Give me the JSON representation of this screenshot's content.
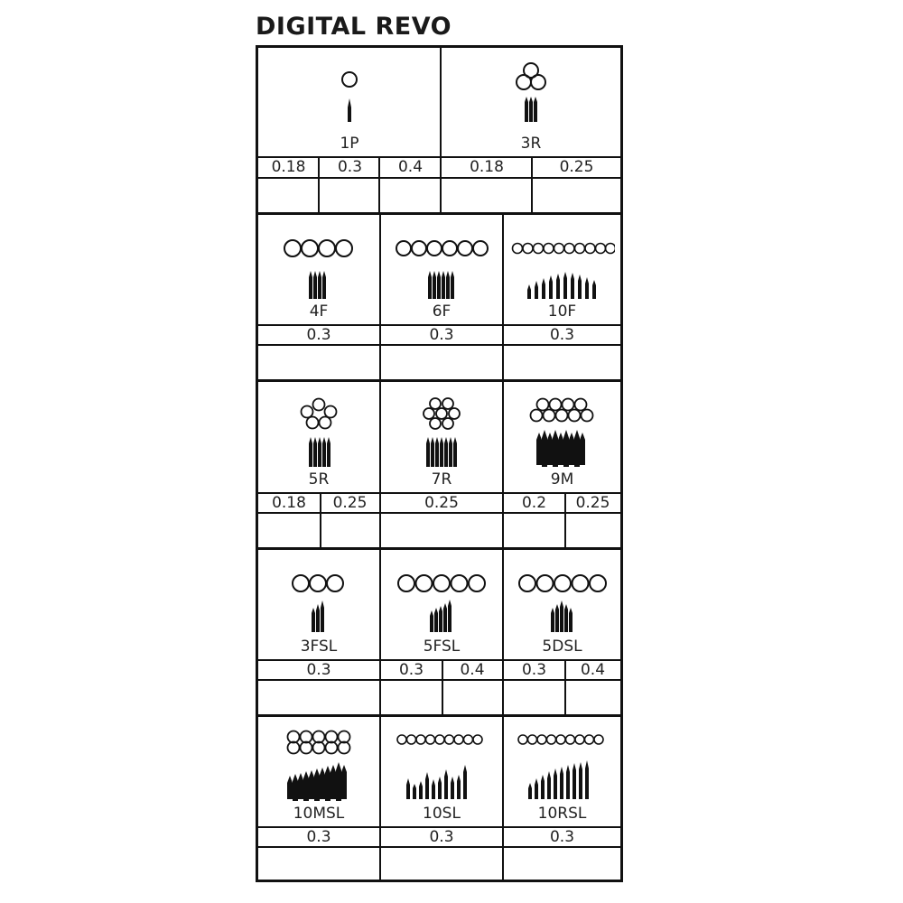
{
  "title": "DIGITAL REVO",
  "rows": [
    {
      "cells": [
        {
          "name": "1P",
          "circles": "single",
          "needles": "1 needle",
          "sizes": [
            "0.18",
            "0.3",
            "0.4"
          ]
        },
        {
          "name": "3R",
          "circles": "3 round cluster",
          "needles": "3 needles",
          "sizes": [
            "0.18",
            "0.25"
          ]
        }
      ]
    },
    {
      "cells": [
        {
          "name": "4F",
          "circles": "4 flat row",
          "needles": "4 needles",
          "sizes": [
            "0.3"
          ]
        },
        {
          "name": "6F",
          "circles": "6 flat row",
          "needles": "6 needles",
          "sizes": [
            "0.3"
          ]
        },
        {
          "name": "10F",
          "circles": "10 flat row",
          "needles": "10 needles arched",
          "sizes": [
            "0.3"
          ]
        }
      ]
    },
    {
      "cells": [
        {
          "name": "5R",
          "circles": "5 round cluster",
          "needles": "5 needles",
          "sizes": [
            "0.18",
            "0.25"
          ]
        },
        {
          "name": "7R",
          "circles": "7 round cluster",
          "needles": "7 needles",
          "sizes": [
            "0.25"
          ]
        },
        {
          "name": "9M",
          "circles": "9 magnum double stack",
          "needles": "9 needles staggered",
          "sizes": [
            "0.2",
            "0.25"
          ]
        }
      ]
    },
    {
      "cells": [
        {
          "name": "3FSL",
          "circles": "3 flat row",
          "needles": "3 needles sloped",
          "sizes": [
            "0.3"
          ]
        },
        {
          "name": "5FSL",
          "circles": "5 flat row",
          "needles": "5 needles sloped",
          "sizes": [
            "0.3",
            "0.4"
          ]
        },
        {
          "name": "5DSL",
          "circles": "5 flat row",
          "needles": "5 needles domed",
          "sizes": [
            "0.3",
            "0.4"
          ]
        }
      ]
    },
    {
      "cells": [
        {
          "name": "10MSL",
          "circles": "10 magnum double stack",
          "needles": "10 needles staggered sloped",
          "sizes": [
            "0.3"
          ]
        },
        {
          "name": "10SL",
          "circles": "10 flat row",
          "needles": "10 needles alternating sloped",
          "sizes": [
            "0.3"
          ]
        },
        {
          "name": "10RSL",
          "circles": "10 flat row",
          "needles": "10 needles ramp sloped",
          "sizes": [
            "0.3"
          ]
        }
      ]
    }
  ]
}
